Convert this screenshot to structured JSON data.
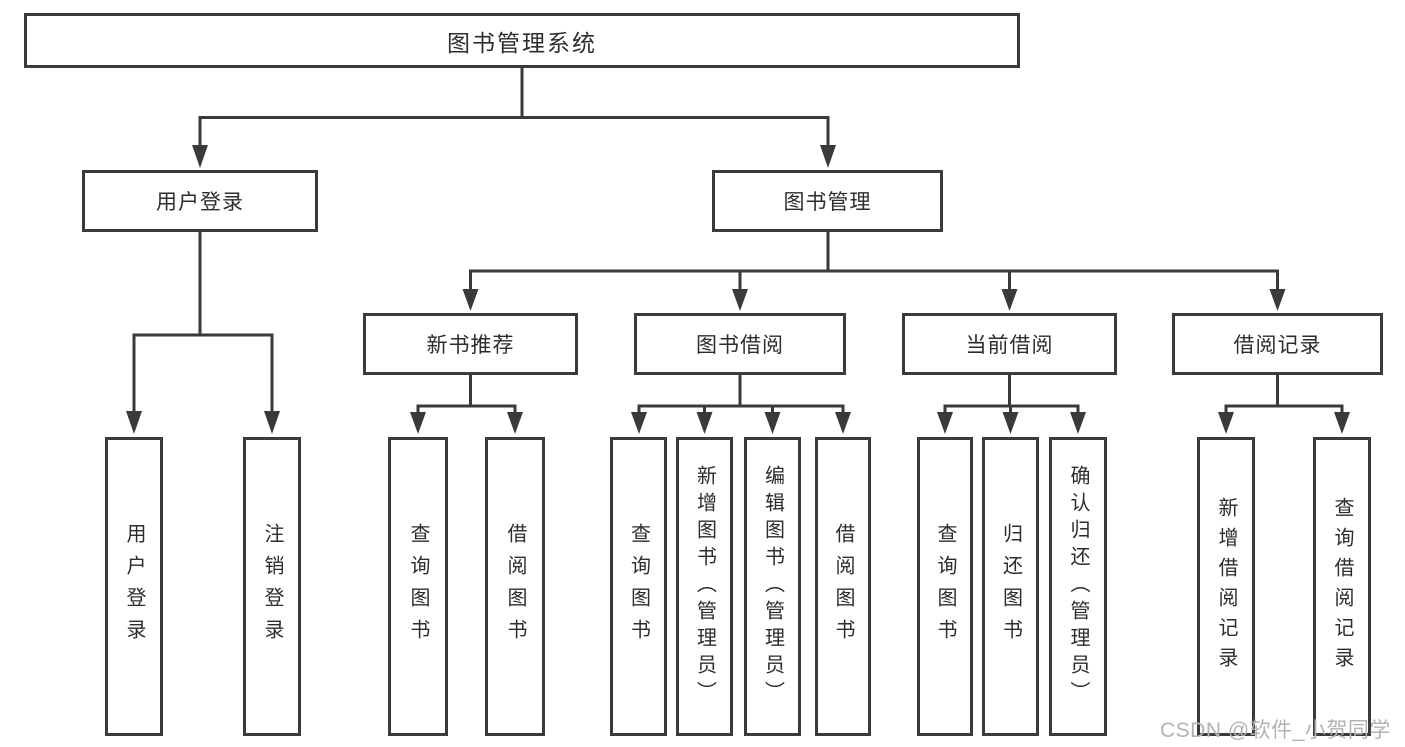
{
  "diagram": {
    "root": {
      "label": "图书管理系统"
    },
    "level2": [
      {
        "label": "用户登录"
      },
      {
        "label": "图书管理"
      }
    ],
    "level3": [
      {
        "label": "新书推荐"
      },
      {
        "label": "图书借阅"
      },
      {
        "label": "当前借阅"
      },
      {
        "label": "借阅记录"
      }
    ],
    "level4": {
      "user_login": [
        "用户登录",
        "注销登录"
      ],
      "new_book_recommend": [
        "查询图书",
        "借阅图书"
      ],
      "book_borrow": [
        "查询图书",
        "新增图书（管理员）",
        "编辑图书（管理员）",
        "借阅图书"
      ],
      "current_borrow": [
        "查询图书",
        "归还图书",
        "确认归还（管理员）"
      ],
      "borrow_records": [
        "新增借阅记录",
        "查询借阅记录"
      ]
    }
  },
  "watermark": {
    "text": "CSDN @软件_小贺同学",
    "color": "#b3b3b3"
  },
  "colors": {
    "line": "#3a3a3a",
    "box_border": "#3a3a3a",
    "text": "#2d2d2d",
    "background": "#ffffff"
  }
}
